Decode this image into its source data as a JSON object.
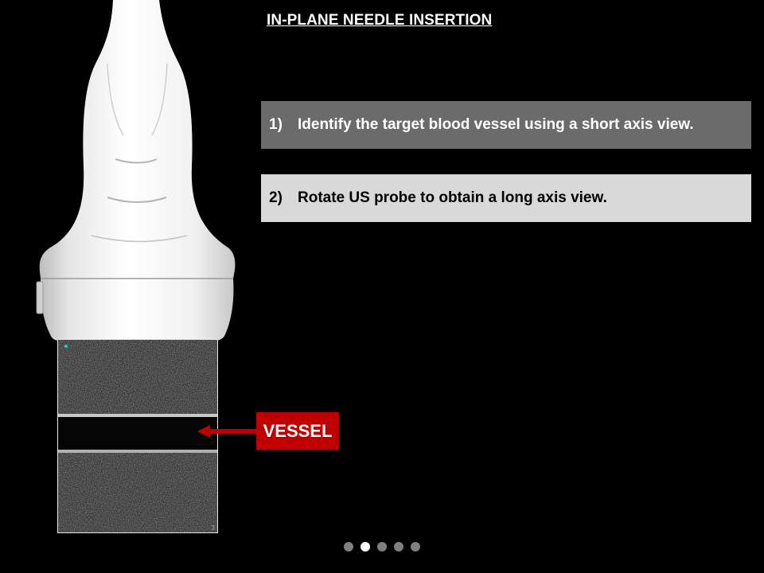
{
  "slide": {
    "title": "IN-PLANE NEEDLE INSERTION",
    "steps": [
      {
        "number": "1)",
        "text": "Identify the target blood vessel using a short axis view."
      },
      {
        "number": "2)",
        "text": "Rotate US probe to obtain a long axis view."
      }
    ],
    "vessel_label": "VESSEL",
    "ultrasound_corner_mark": "3",
    "colors": {
      "background": "#000000",
      "step_active": "#6b6b6b",
      "step_inactive": "#d9d9d9",
      "vessel_label_bg": "#c00000",
      "arrow": "#c00000"
    }
  },
  "pagination": {
    "count": 5,
    "active_index": 1
  }
}
